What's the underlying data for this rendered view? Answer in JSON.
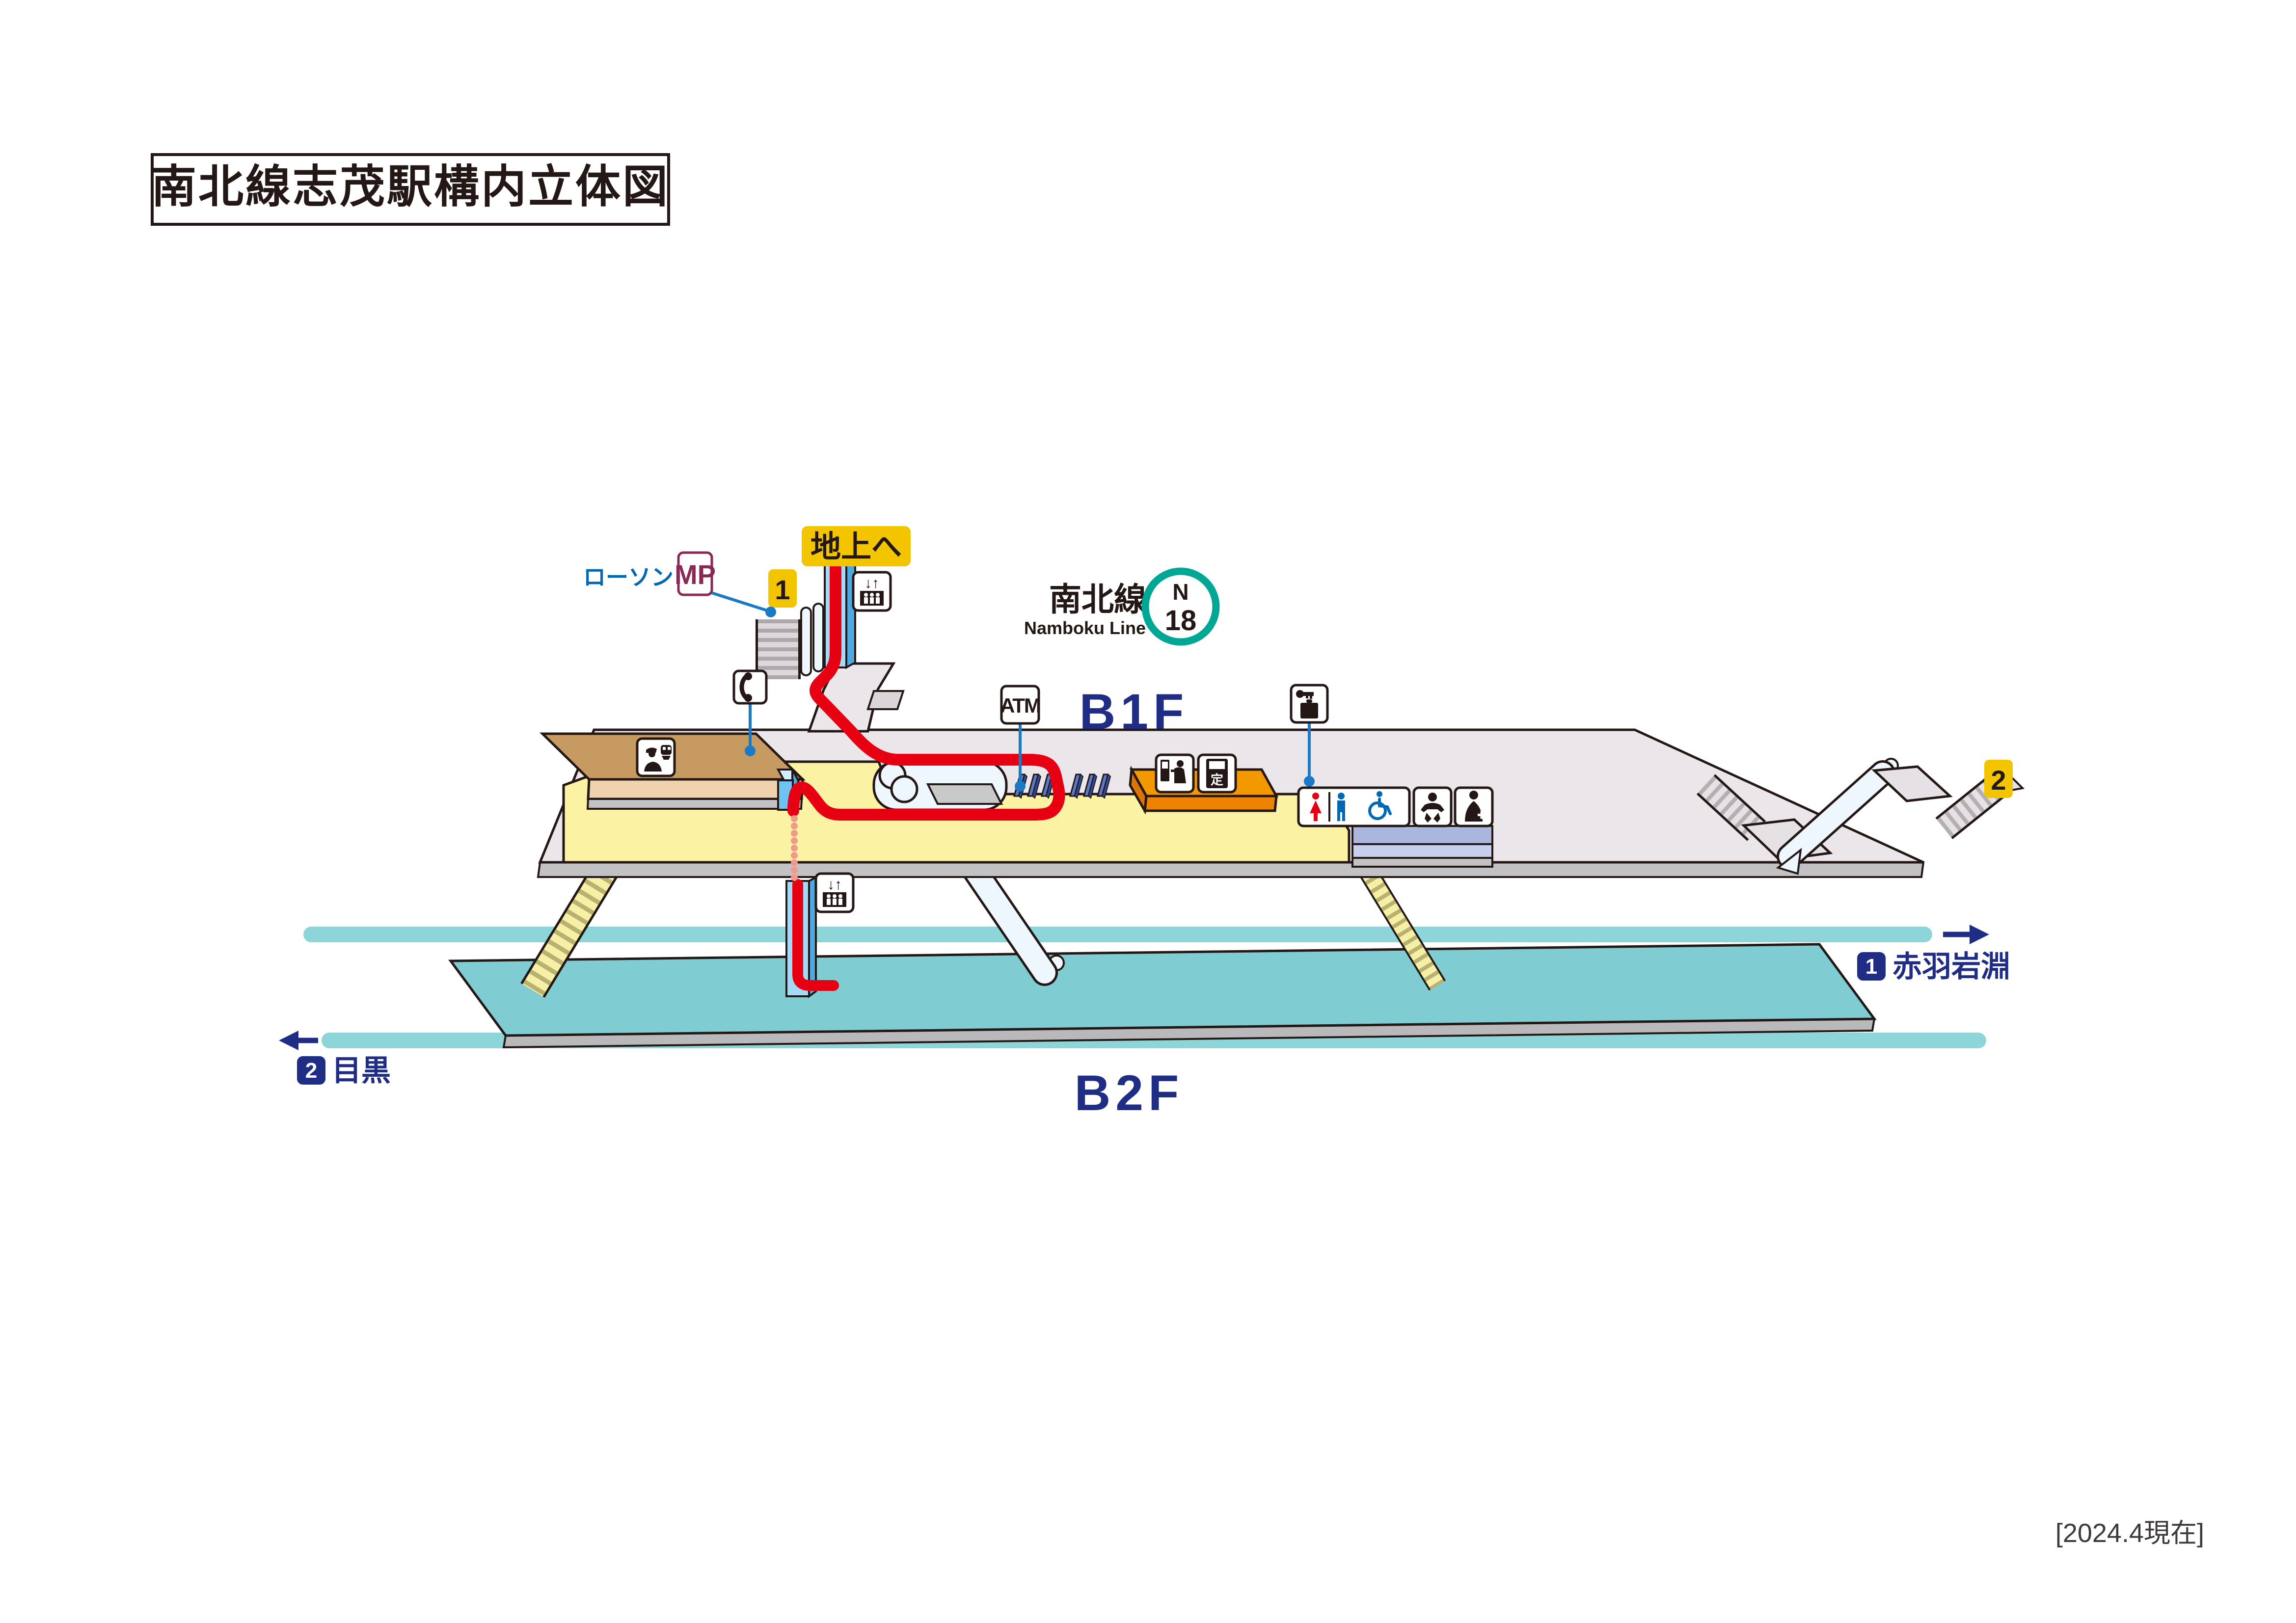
{
  "title": "南北線志茂駅構内立体図",
  "line": {
    "name_ja": "南北線",
    "name_en": "Namboku Line",
    "station_code_letter": "N",
    "station_code_number": "18",
    "line_color": "#00a795"
  },
  "floors": {
    "b1f": "B1F",
    "b2f": "B2F"
  },
  "exits": {
    "exit1": "1",
    "exit2": "2",
    "to_ground": "地上へ"
  },
  "directions": {
    "track1": {
      "number": "1",
      "destination": "赤羽岩淵"
    },
    "track2": {
      "number": "2",
      "destination": "目黒"
    }
  },
  "shops": {
    "lawson": "ローソン",
    "lawson_logo": "MP"
  },
  "facilities": {
    "atm_label": "ATM",
    "commuter_pass_label": "定",
    "elevator_arrows": "↓↑"
  },
  "icons": {
    "elevator": "elevator-icon",
    "phone": "public-phone-icon",
    "atm": "atm-icon",
    "coin_locker": "coin-locker-icon",
    "station_office": "station-staff-icon",
    "ticket_machine": "ticket-machine-icon",
    "commuter_pass_machine": "commuter-pass-machine-icon",
    "toilet": "toilet-icon",
    "baby_care": "baby-care-icon",
    "accessible_toilet": "accessible-toilet-icon"
  },
  "route": {
    "color": "#e60012",
    "meaning": "barrier-free-route"
  },
  "colors": {
    "paid_area": "#fbf3a3",
    "free_area": "#eae6ea",
    "platform": "#7fccd2",
    "track": "#8ed5d9",
    "office": "#c79a62",
    "machines": "#f39800",
    "navy": "#1f2d85",
    "exit_tag": "#f2c500"
  },
  "meta": {
    "as_of": "[2024.4現在]"
  }
}
